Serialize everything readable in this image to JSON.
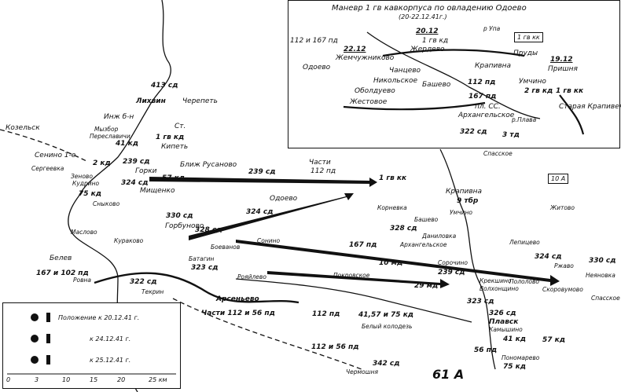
{
  "inset": {
    "title": "Маневр 1 гв кавкорпуса по овладению Одоево",
    "dates": "(20-22.12.41г.)",
    "labels": {
      "odoevo": "Одоево",
      "u112_167": "112 и 167 пд",
      "d2212": "22.12",
      "zhemchuzhnikovo": "Жемчужниково",
      "d2012": "20.12",
      "gvkd1": "1 гв кд",
      "zherdevo": "Жердево",
      "r_upa": "р Упа",
      "box1gvkk": "1 гв кк",
      "pruda": "Пруды",
      "krapivna": "Крапивна",
      "d1912": "19.12",
      "prishnya": "Пришня",
      "chantsevo": "Чанцево",
      "nikolskoe": "Никольское",
      "obolduevo": "Оболдуево",
      "bashevo": "Башево",
      "pd112": "112 пд",
      "umchino": "Умчино",
      "gvkd2": "2 гв кд",
      "gvkk1": "1 гв кк",
      "staraya_krapivenka": "Старая Крапивенка",
      "pd167": "167 пд",
      "zhestovoe": "Жестовое",
      "pl_ss": "пл. СС.",
      "arkhangelskoe": "Архангельское",
      "sd322": "322 сд",
      "td3": "3 тд",
      "r_plava": "р.Плава"
    }
  },
  "map": {
    "labels": {
      "sd413": "413 сд",
      "likhvin": "Лихвин",
      "cherepet": "Черепеть",
      "kozelsk": "Козельск",
      "inzh_bn": "Инж б-н",
      "st": "Ст.",
      "myzbor": "Мызбор",
      "pereslavichi": "Переславичи",
      "gvkd1": "1 гв кд",
      "sd41": "41 кд",
      "kipet": "Кипеть",
      "senino": "Сенино 1-е",
      "sergeevka": "Сергеевка",
      "kd2": "2 кд",
      "zenovo": "Зеново",
      "kudrino": "Кудрино",
      "sd239": "239 сд",
      "gorki": "Горки",
      "sd324a": "324 сд",
      "kd57": "57 кд",
      "mishchenko": "Мищенко",
      "blizh_rusanovo": "Ближ Русаново",
      "kd75": "75 кд",
      "snykovo": "Сныково",
      "chasti112": "Части",
      "chasti112b": "112 пд",
      "sd239b": "239 сд",
      "odoevo": "Одоево",
      "gvkk1": "1 гв кк",
      "krapivna": "Крапивна",
      "tbr9": "9 тбр",
      "umchino": "Умчино",
      "korevevka": "Корневка",
      "bashevo": "Башево",
      "sd328": "328 сд",
      "spasskoe": "Спасское",
      "box10a": "10 А",
      "zhitovo": "Житово",
      "sd330": "330 сд",
      "gorbunovo": "Горбуново",
      "sd324b": "324 сд",
      "sonino": "Сонино",
      "maslovo": "Маслово",
      "kurakovo": "Кураково",
      "sd328b": "328 сд",
      "boevanovo": "Боеванов",
      "danilovka": "Даниловка",
      "arkhangelskoe": "Архангельское",
      "pd167": "167 пд",
      "belev": "Белев",
      "pd167_102": "167 и 102 пд",
      "rovna": "Ровна",
      "sd322": "322 сд",
      "tekrin": "Текрин",
      "batagin": "Батагин",
      "sd323": "323 сд",
      "rozhdestvo": "Рояйлево",
      "md10": "10 мд",
      "sorochino": "Сорочино",
      "sd239c": "239 сд",
      "leptitsevo": "Лепицево",
      "sd324c": "324 сд",
      "rzhavo": "Ржаво",
      "sd330b": "330 сд",
      "nelnovka": "Неяновка",
      "polopovo": "Пололово",
      "skorovumovo": "Скоровумово",
      "spasskoe2": "Спасское",
      "pokrovskoe": "Покровское",
      "md29": "29 мд",
      "krekshino": "Крекшино",
      "volkhonshchino": "Волхонщино",
      "arsenevo": "Арсеньево",
      "chasti112_56": "Части 112 и 56 пд",
      "pd112": "112 пд",
      "pd41_57": "41,57 и 75 кд",
      "belyi_kolodez": "Белый колодезь",
      "sd326": "326 сд",
      "plavsk": "Плавск",
      "kamyshino": "Камышино",
      "kd41": "41 кд",
      "pd112_56": "112 и 56 пд",
      "sd342": "342 сд",
      "chermoshnya": "Чермошня",
      "a61": "61 А",
      "pd56": "56 пд",
      "ponomarevo": "Пономарево",
      "kd75b": "75 кд"
    }
  },
  "legend": {
    "rows": [
      {
        "label": "Положение   к 20.12.41 г."
      },
      {
        "label": "к 24.12.41 г."
      },
      {
        "label": "к 25.12.41 г."
      }
    ],
    "scale": [
      "0",
      "3",
      "10",
      "15",
      "20",
      "25 км"
    ]
  }
}
